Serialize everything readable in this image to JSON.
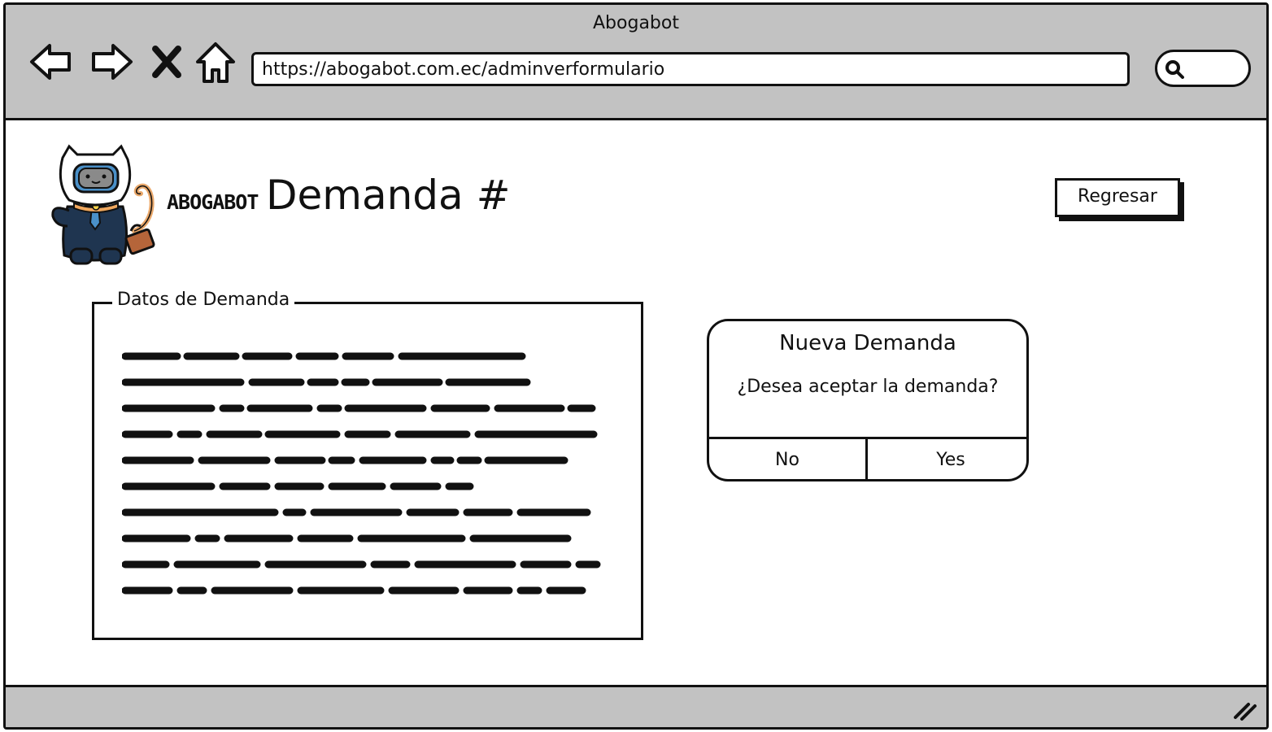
{
  "window": {
    "title": "Abogabot"
  },
  "toolbar": {
    "back_icon": "arrow-left-icon",
    "forward_icon": "arrow-right-icon",
    "close_icon": "close-icon",
    "home_icon": "home-icon",
    "url": "https://abogabot.com.ec/adminverformulario",
    "search_icon": "search-icon"
  },
  "header": {
    "logo_text": "ABOGABOT",
    "title": "Demanda #",
    "back_button_label": "Regresar"
  },
  "details": {
    "legend": "Datos de Demanda"
  },
  "dialog": {
    "title": "Nueva Demanda",
    "message": "¿Desea aceptar la demanda?",
    "no_label": "No",
    "yes_label": "Yes"
  },
  "colors": {
    "chrome": "#c2c2c2",
    "ink": "#111111",
    "logo_suit": "#1f3550",
    "logo_visor": "#4a90c8",
    "logo_bag": "#b5653a"
  }
}
